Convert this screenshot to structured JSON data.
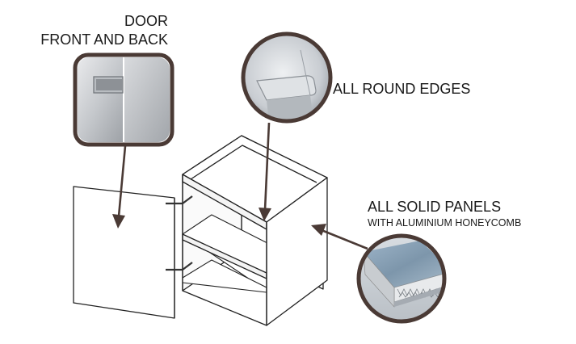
{
  "labels": {
    "door_line1": "DOOR",
    "door_line2": "FRONT AND BACK",
    "edges": "ALL ROUND EDGES",
    "panels_line1": "ALL SOLID PANELS",
    "panels_line2": "WITH ALUMINIUM HONEYCOMB"
  },
  "colors": {
    "callout_border": "#4a3a35",
    "arrow": "#4a3a35",
    "line_art": "#222222",
    "text": "#1a1a1a"
  },
  "icons": {
    "door_inset": "door-front-back-photo",
    "edge_inset": "rounded-edge-photo",
    "panel_inset": "honeycomb-panel-photo"
  }
}
